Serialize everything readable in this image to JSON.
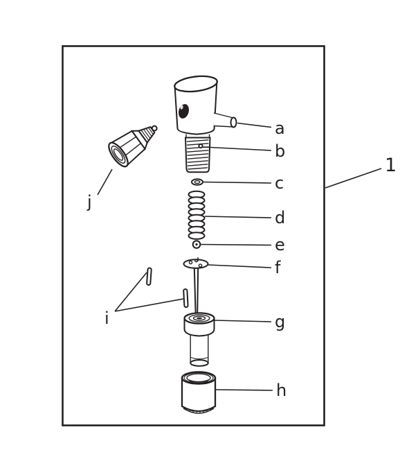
{
  "figure": {
    "type": "exploded-parts-diagram",
    "outer_callout": "1",
    "part_labels": {
      "a": "a",
      "b": "b",
      "c": "c",
      "d": "d",
      "e": "e",
      "f": "f",
      "g": "g",
      "h": "h",
      "i": "i",
      "j": "j"
    },
    "colors": {
      "line": "#231f20",
      "background": "#ffffff"
    }
  }
}
